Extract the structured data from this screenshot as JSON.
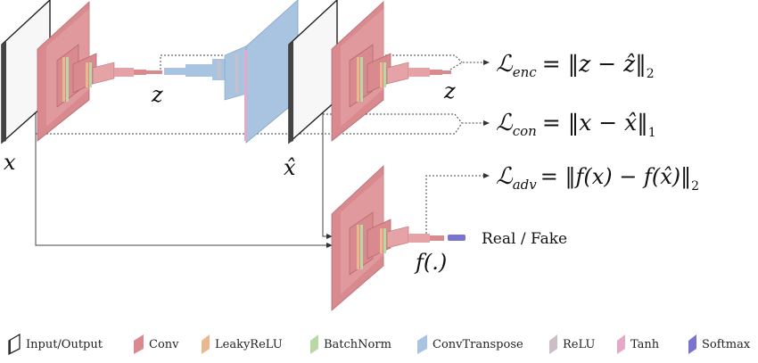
{
  "labels": {
    "x": "x",
    "x_hat": "x̂",
    "z": "z",
    "z_hat": "z",
    "f": "f(.)",
    "real_fake": "Real / Fake"
  },
  "equations": {
    "enc": {
      "sym": "ℒ",
      "sub": "enc",
      "rhs": "= ‖z − ẑ‖",
      "norm": "2"
    },
    "con": {
      "sym": "ℒ",
      "sub": "con",
      "rhs": "= ‖x − x̂‖",
      "norm": "1"
    },
    "adv": {
      "sym": "ℒ",
      "sub": "adv",
      "rhs": "= ‖f(x) − f(x̂)‖",
      "norm": "2"
    }
  },
  "legend": [
    {
      "key": "io",
      "label": "Input/Output",
      "color": "#ffffff"
    },
    {
      "key": "conv",
      "label": "Conv",
      "color": "#d98a8f"
    },
    {
      "key": "leaky",
      "label": "LeakyReLU",
      "color": "#e8b98e"
    },
    {
      "key": "bn",
      "label": "BatchNorm",
      "color": "#b9d8a6"
    },
    {
      "key": "convt",
      "label": "ConvTranspose",
      "color": "#a9c4e0"
    },
    {
      "key": "relu",
      "label": "ReLU",
      "color": "#cbbec6"
    },
    {
      "key": "tanh",
      "label": "Tanh",
      "color": "#e3a9c7"
    },
    {
      "key": "soft",
      "label": "Softmax",
      "color": "#7a73cf"
    }
  ]
}
